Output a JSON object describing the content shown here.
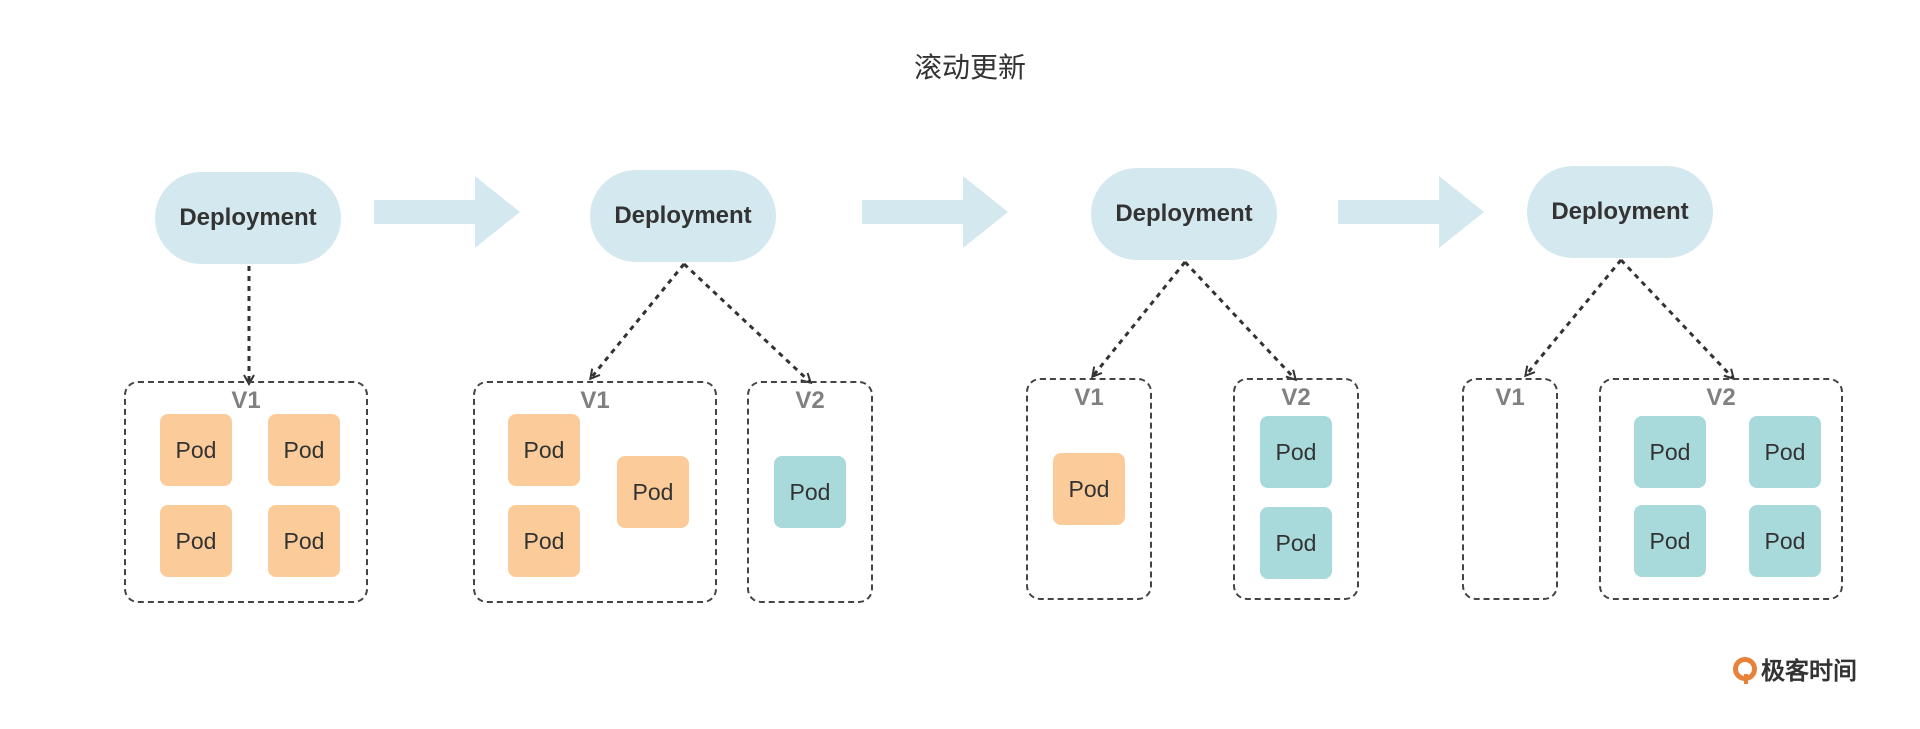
{
  "title": "滚动更新",
  "logo_text": "极客时间",
  "colors": {
    "deployment": "#d4e9ef",
    "arrow": "#d4e9ef",
    "pod_v1": "#fbcc9a",
    "pod_v2": "#a9dadb",
    "border": "#444444"
  },
  "stages": [
    {
      "deployment_label": "Deployment",
      "groups": [
        {
          "label": "V1",
          "pods": [
            "Pod",
            "Pod",
            "Pod",
            "Pod"
          ]
        }
      ]
    },
    {
      "deployment_label": "Deployment",
      "groups": [
        {
          "label": "V1",
          "pods": [
            "Pod",
            "Pod",
            "Pod"
          ]
        },
        {
          "label": "V2",
          "pods": [
            "Pod"
          ]
        }
      ]
    },
    {
      "deployment_label": "Deployment",
      "groups": [
        {
          "label": "V1",
          "pods": [
            "Pod"
          ]
        },
        {
          "label": "V2",
          "pods": [
            "Pod",
            "Pod"
          ]
        }
      ]
    },
    {
      "deployment_label": "Deployment",
      "groups": [
        {
          "label": "V1",
          "pods": []
        },
        {
          "label": "V2",
          "pods": [
            "Pod",
            "Pod",
            "Pod",
            "Pod"
          ]
        }
      ]
    }
  ]
}
